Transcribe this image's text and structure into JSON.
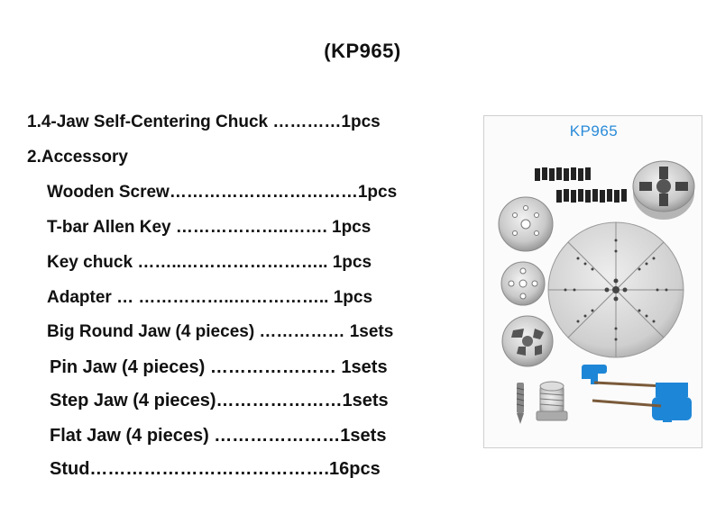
{
  "title": "(KP965)",
  "items": [
    "1.4-Jaw Self-Centering Chuck …………1pcs",
    "2.Accessory",
    "Wooden Screw……………………………1pcs",
    "T-bar Allen Key ………………..……. 1pcs",
    "Key chuck ……..…………………….. 1pcs",
    "Adapter … ……………..…………….. 1pcs",
    "Big Round Jaw (4 pieces) …………… 1sets",
    "Pin Jaw (4 pieces) ………………… 1sets",
    "Step Jaw (4 pieces)…………………1sets",
    "Flat Jaw (4 pieces) …………………1sets",
    "Stud………………………………….16pcs"
  ],
  "product_image": {
    "label": "KP965",
    "label_color": "#2a8bd8"
  }
}
